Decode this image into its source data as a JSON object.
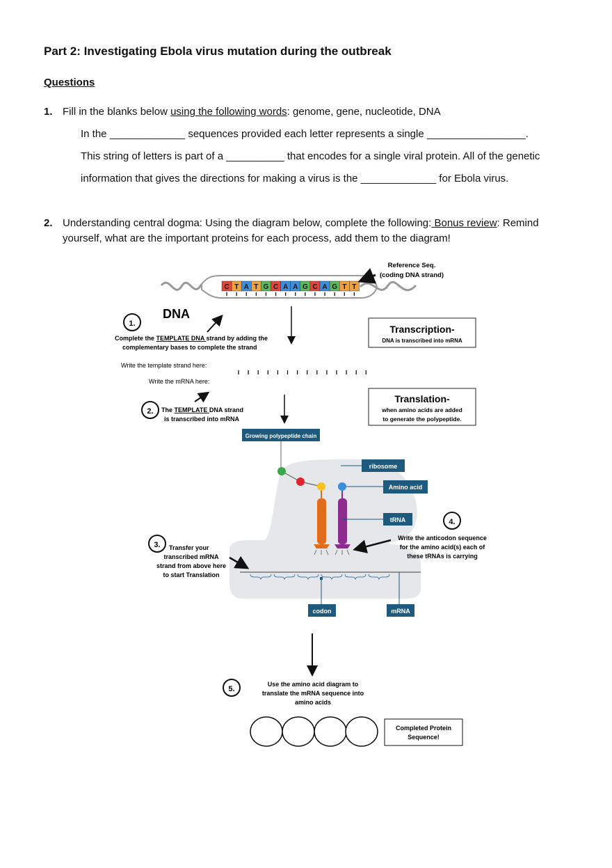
{
  "header": {
    "title": "Part 2: Investigating Ebola virus mutation during the outbreak",
    "questions_label": "Questions"
  },
  "q1": {
    "number": "1.",
    "intro": "Fill in the blanks below ",
    "intro_underlined": "using the following words",
    "intro_words": ": genome, gene, nucleotide, DNA",
    "line1": "In the _____________ sequences provided each letter represents a single ______",
    "line1_end": "___________.",
    "line2": "This string of letters is part of a __________ that encodes for a single viral protein.  All of the genetic",
    "line3": "information that gives the directions for making a virus is the _____________ for Ebola virus."
  },
  "q2": {
    "number": "2.",
    "text_start": "Understanding central dogma: Using the diagram below, complete the following:",
    "bonus_underlined": " Bonus review",
    "text_end": ": Remind",
    "line2": "yourself, what are the important proteins for each process, add them to the diagram!"
  },
  "diagram": {
    "dna_sequence": [
      "C",
      "T",
      "A",
      "T",
      "G",
      "C",
      "A",
      "A",
      "G",
      "C",
      "A",
      "G",
      "T",
      "T"
    ],
    "base_colors": {
      "A": "#3b8ede",
      "T": "#f0a03c",
      "G": "#5cb85c",
      "C": "#e0463c"
    },
    "reference_line1": "Reference Seq.",
    "reference_line2": "(coding DNA strand)",
    "dna_label": "DNA",
    "step1_num": "1.",
    "step1_line1_a": "Complete the ",
    "step1_line1_b": "TEMPLATE DNA ",
    "step1_line1_c": "strand by adding the",
    "step1_line2": "complementary bases to complete the strand",
    "transcription_title": "Transcription-",
    "transcription_sub": "DNA is transcribed into mRNA",
    "write_template": "Write the template strand here:",
    "write_mrna": "Write the mRNA here:",
    "step2_num": "2.",
    "step2_line1_a": "The ",
    "step2_line1_b": "TEMPLATE ",
    "step2_line1_c": "DNA strand",
    "step2_line2": "is transcribed into mRNA",
    "translation_title": "Translation-",
    "translation_sub1": "when amino acids are added",
    "translation_sub2": "to generate the polypeptide.",
    "growing_chain": "Growing polypeptide chain",
    "ribosome": "ribosome",
    "amino_acid": "Amino acid",
    "trna": "tRNA",
    "step4_num": "4.",
    "step4_line1": "Write the anticodon sequence",
    "step4_line2": "for the amino acid(s) each of",
    "step4_line3": "these tRNAs is carrying",
    "step3_num": "3.",
    "step3_line1": "Transfer your",
    "step3_line2": "transcribed mRNA",
    "step3_line3": "strand from above here",
    "step3_line4": "to start Translation",
    "codon": "codon",
    "mrna": "mRNA",
    "step5_num": "5.",
    "step5_line1": "Use the amino acid diagram to",
    "step5_line2": "translate the mRNA sequence into",
    "step5_line3": "amino acids",
    "completed_line1": "Completed Protein",
    "completed_line2": "Sequence!"
  }
}
